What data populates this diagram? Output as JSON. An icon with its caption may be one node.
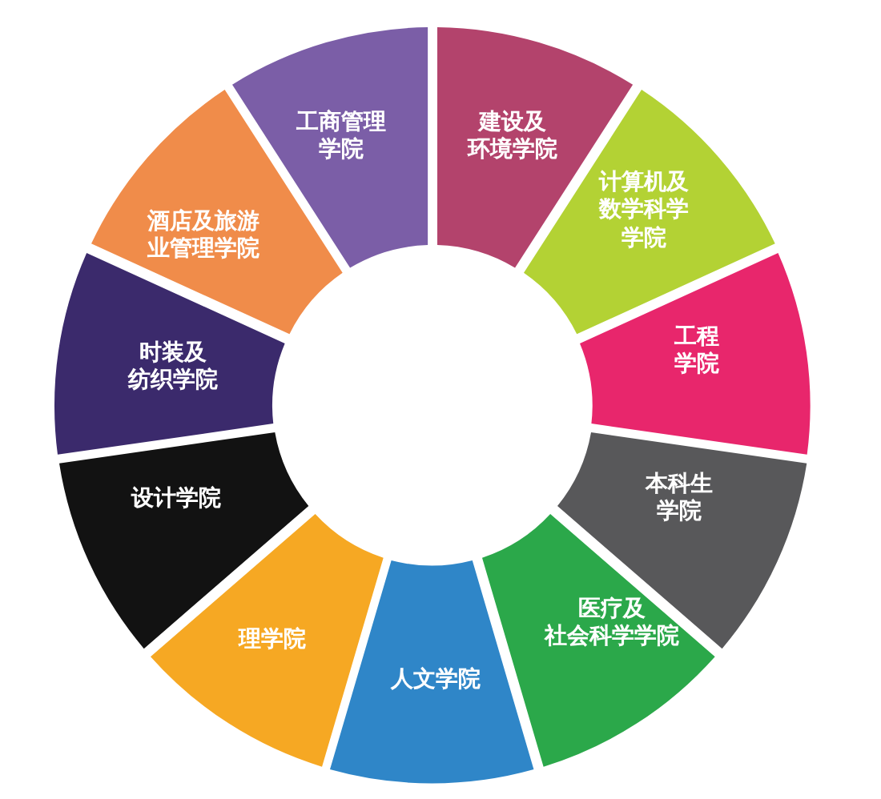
{
  "diagram": {
    "nodes": [
      {
        "text": [
          "建设及环境学院"
        ]
      },
      {
        "text": [
          "计算机及数学科学学院"
        ]
      },
      {
        "text": [
          "工程学院"
        ]
      },
      {
        "text": [
          "本科生学院"
        ]
      },
      {
        "text": [
          "医疗及社会科学学院"
        ]
      },
      {
        "text": [
          "人文学院"
        ]
      },
      {
        "text": [
          "理学院"
        ]
      },
      {
        "text": [
          "设计学院"
        ]
      },
      {
        "text": [
          "时装及纺织学院"
        ]
      },
      {
        "text": [
          "酒店及旅游业管理学院"
        ]
      },
      {
        "text": [
          "工商管理学院"
        ]
      }
    ]
  }
}
